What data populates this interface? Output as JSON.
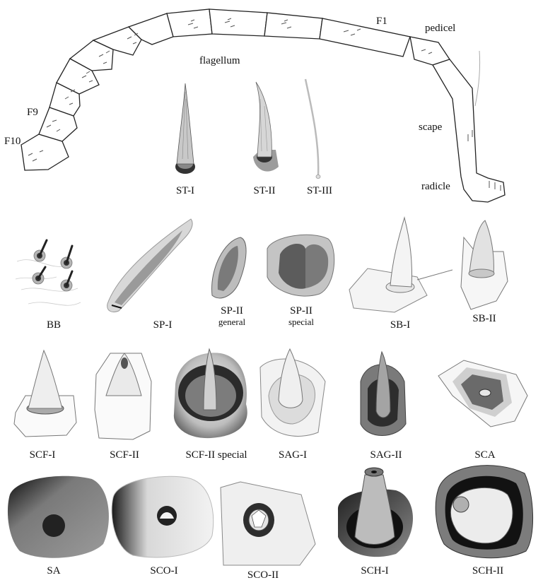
{
  "antenna": {
    "labels": {
      "f1": "F1",
      "pedicel": "pedicel",
      "flagellum": "flagellum",
      "f9": "F9",
      "f10": "F10",
      "scape": "scape",
      "radicle": "radicle"
    }
  },
  "sensilla": {
    "st_i": "ST-I",
    "st_ii": "ST-II",
    "st_iii": "ST-III",
    "bb": "BB",
    "sp_i": "SP-I",
    "sp_ii_general": [
      "SP-II",
      "general"
    ],
    "sp_ii_special": [
      "SP-II",
      "special"
    ],
    "sb_i": "SB-I",
    "sb_ii": "SB-II",
    "scf_i": "SCF-I",
    "scf_ii": "SCF-II",
    "scf_ii_special": "SCF-II special",
    "sag_i": "SAG-I",
    "sag_ii": "SAG-II",
    "sca": "SCA",
    "sa": "SA",
    "sco_i": "SCO-I",
    "sco_ii": "SCO-II",
    "sch_i": "SCH-I",
    "sch_ii": "SCH-II"
  }
}
